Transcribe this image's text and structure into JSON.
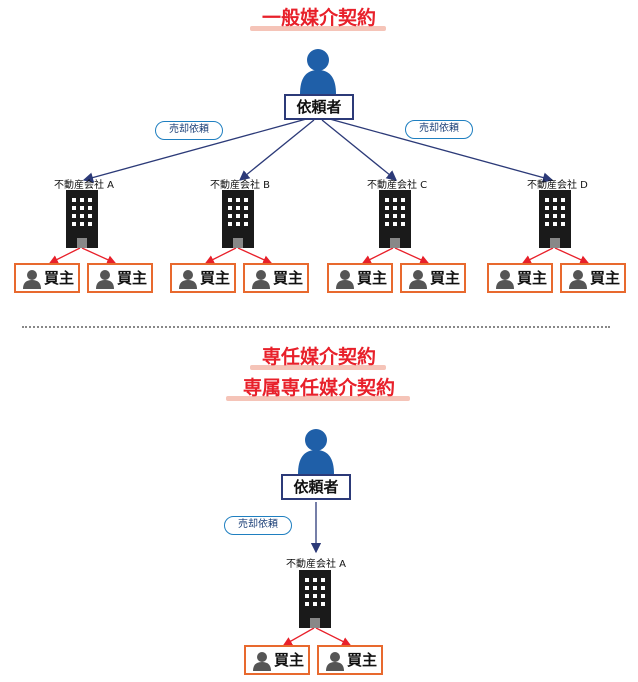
{
  "top_section": {
    "title": "一般媒介契約",
    "requester_label": "依頼者",
    "request_labels": [
      "売却依頼",
      "売却依頼"
    ],
    "companies": [
      {
        "label": "不動産会社 A",
        "buyers": [
          "買主",
          "買主"
        ]
      },
      {
        "label": "不動産会社 B",
        "buyers": [
          "買主",
          "買主"
        ]
      },
      {
        "label": "不動産会社 C",
        "buyers": [
          "買主",
          "買主"
        ]
      },
      {
        "label": "不動産会社 D",
        "buyers": [
          "買主",
          "買主"
        ]
      }
    ]
  },
  "bottom_section": {
    "title_line1": "専任媒介契約",
    "title_line2": "専属専任媒介契約",
    "requester_label": "依頼者",
    "request_label": "売却依頼",
    "company": {
      "label": "不動産会社 A",
      "buyers": [
        "買主",
        "買主"
      ]
    }
  },
  "colors": {
    "title_red": "#e8202a",
    "title_underline": "#f5c4b8",
    "navy_arrow": "#2c3a78",
    "person_blue": "#1f5fa8",
    "buyer_border": "#e8692e",
    "red_arrow": "#e8202a",
    "pill_border": "#1f7fc0"
  }
}
